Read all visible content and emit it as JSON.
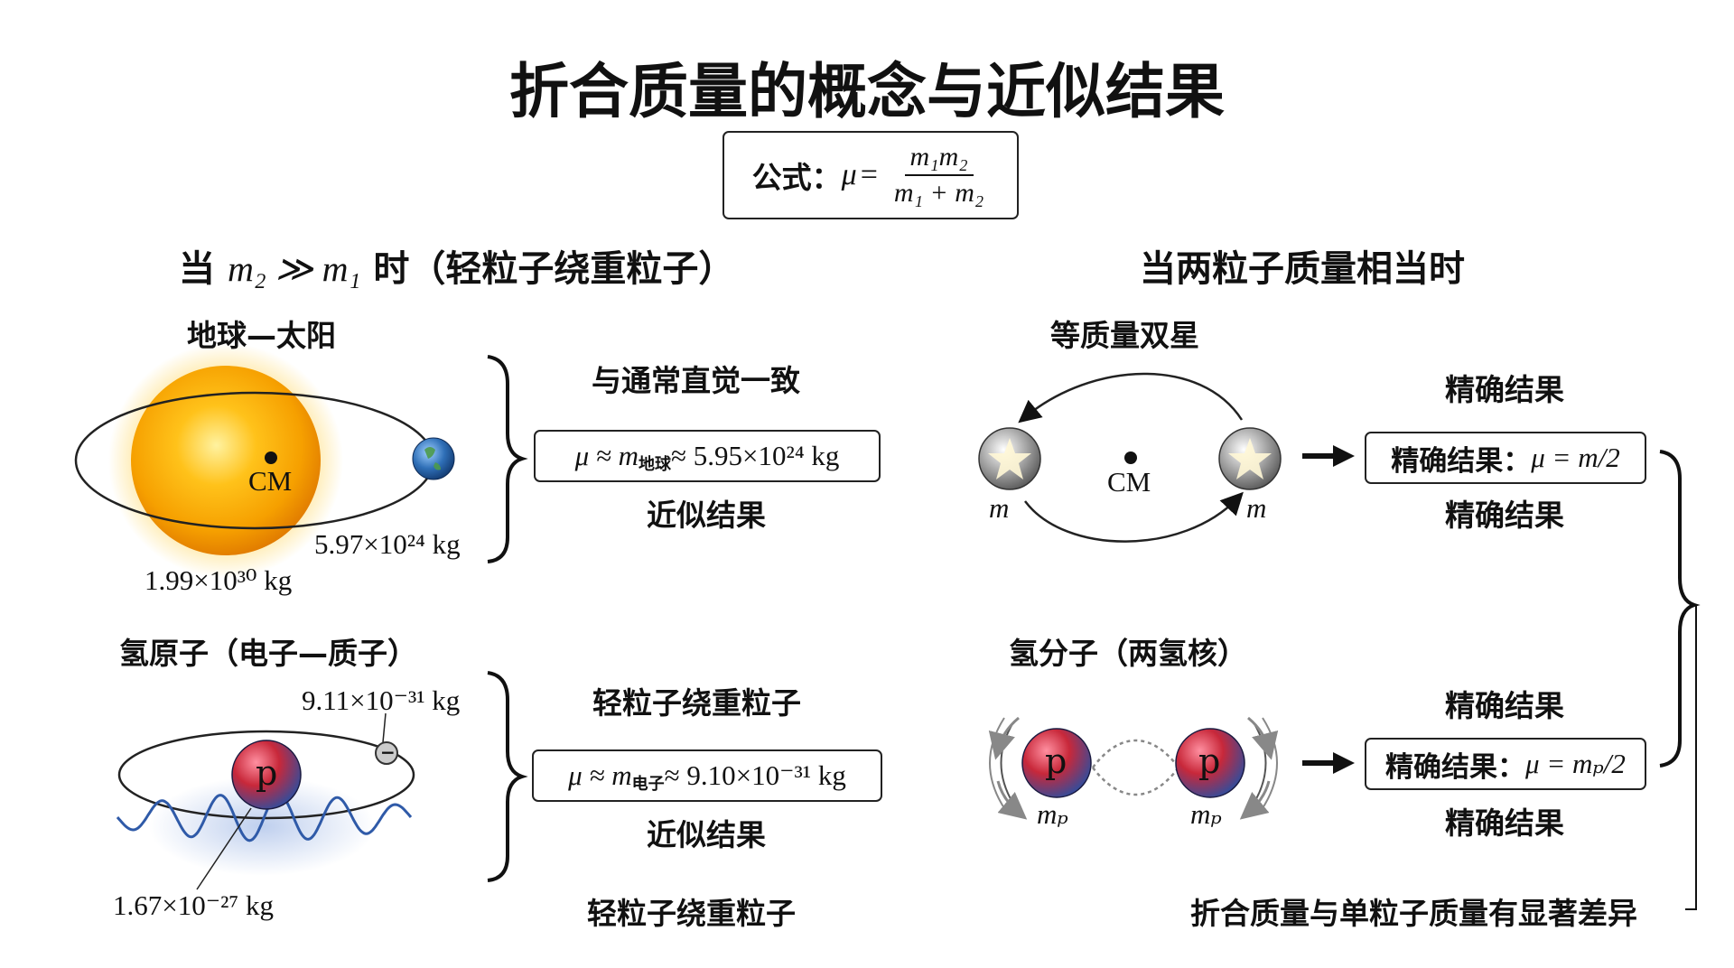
{
  "title": "折合质量的概念与近似结果",
  "formula": {
    "prefix": "公式：",
    "mu": "μ",
    "eq": "=",
    "numerator": "m₁m₂",
    "denominator": "m₁ + m₂"
  },
  "left": {
    "heading_prefix": "当",
    "heading_math": "m₂ ≫ m₁",
    "heading_suffix": "时（轻粒子绕重粒子）",
    "earth_sun": {
      "title": "地球—太阳",
      "cm": "CM",
      "sun_mass": "1.99×10³⁰ kg",
      "earth_mass": "5.97×10²⁴ kg",
      "top_label": "与通常直觉一致",
      "box_mu": "μ ≈ m",
      "box_sub": "地球",
      "box_value": " ≈ 5.95×10²⁴ kg",
      "bottom_label": "近似结果"
    },
    "hydrogen": {
      "title": "氢原子（电子—质子）",
      "proton_letter": "p",
      "electron_sign": "−",
      "electron_mass": "9.11×10⁻³¹ kg",
      "proton_mass": "1.67×10⁻²⁷ kg",
      "top_label": "轻粒子绕重粒子",
      "box_mu": "μ ≈ m",
      "box_sub": "电子",
      "box_value": " ≈ 9.10×10⁻³¹ kg",
      "bottom_label": "近似结果",
      "footer": "轻粒子绕重粒子"
    }
  },
  "right": {
    "heading": "当两粒子质量相当时",
    "binary": {
      "title": "等质量双星",
      "cm": "CM",
      "mass_left": "m",
      "mass_right": "m",
      "top_label": "精确结果",
      "box_prefix": "精确结果：",
      "box_math": "μ = m/2",
      "bottom_label": "精确结果"
    },
    "h2": {
      "title": "氢分子（两氢核）",
      "p_left": "p",
      "p_right": "p",
      "mass_left": "mₚ",
      "mass_right": "mₚ",
      "top_label": "精确结果",
      "box_prefix": "精确结果：",
      "box_math": "μ = mₚ/2",
      "bottom_label": "精确结果"
    },
    "footer": "折合质量与单粒子质量有显著差异"
  },
  "colors": {
    "sun": "#f6a800",
    "earth": "#2f6fb7",
    "proton_red": "#c8283a",
    "proton_blue": "#2b4ea0",
    "wave": "#2f5aa8",
    "orbit": "#222222"
  }
}
